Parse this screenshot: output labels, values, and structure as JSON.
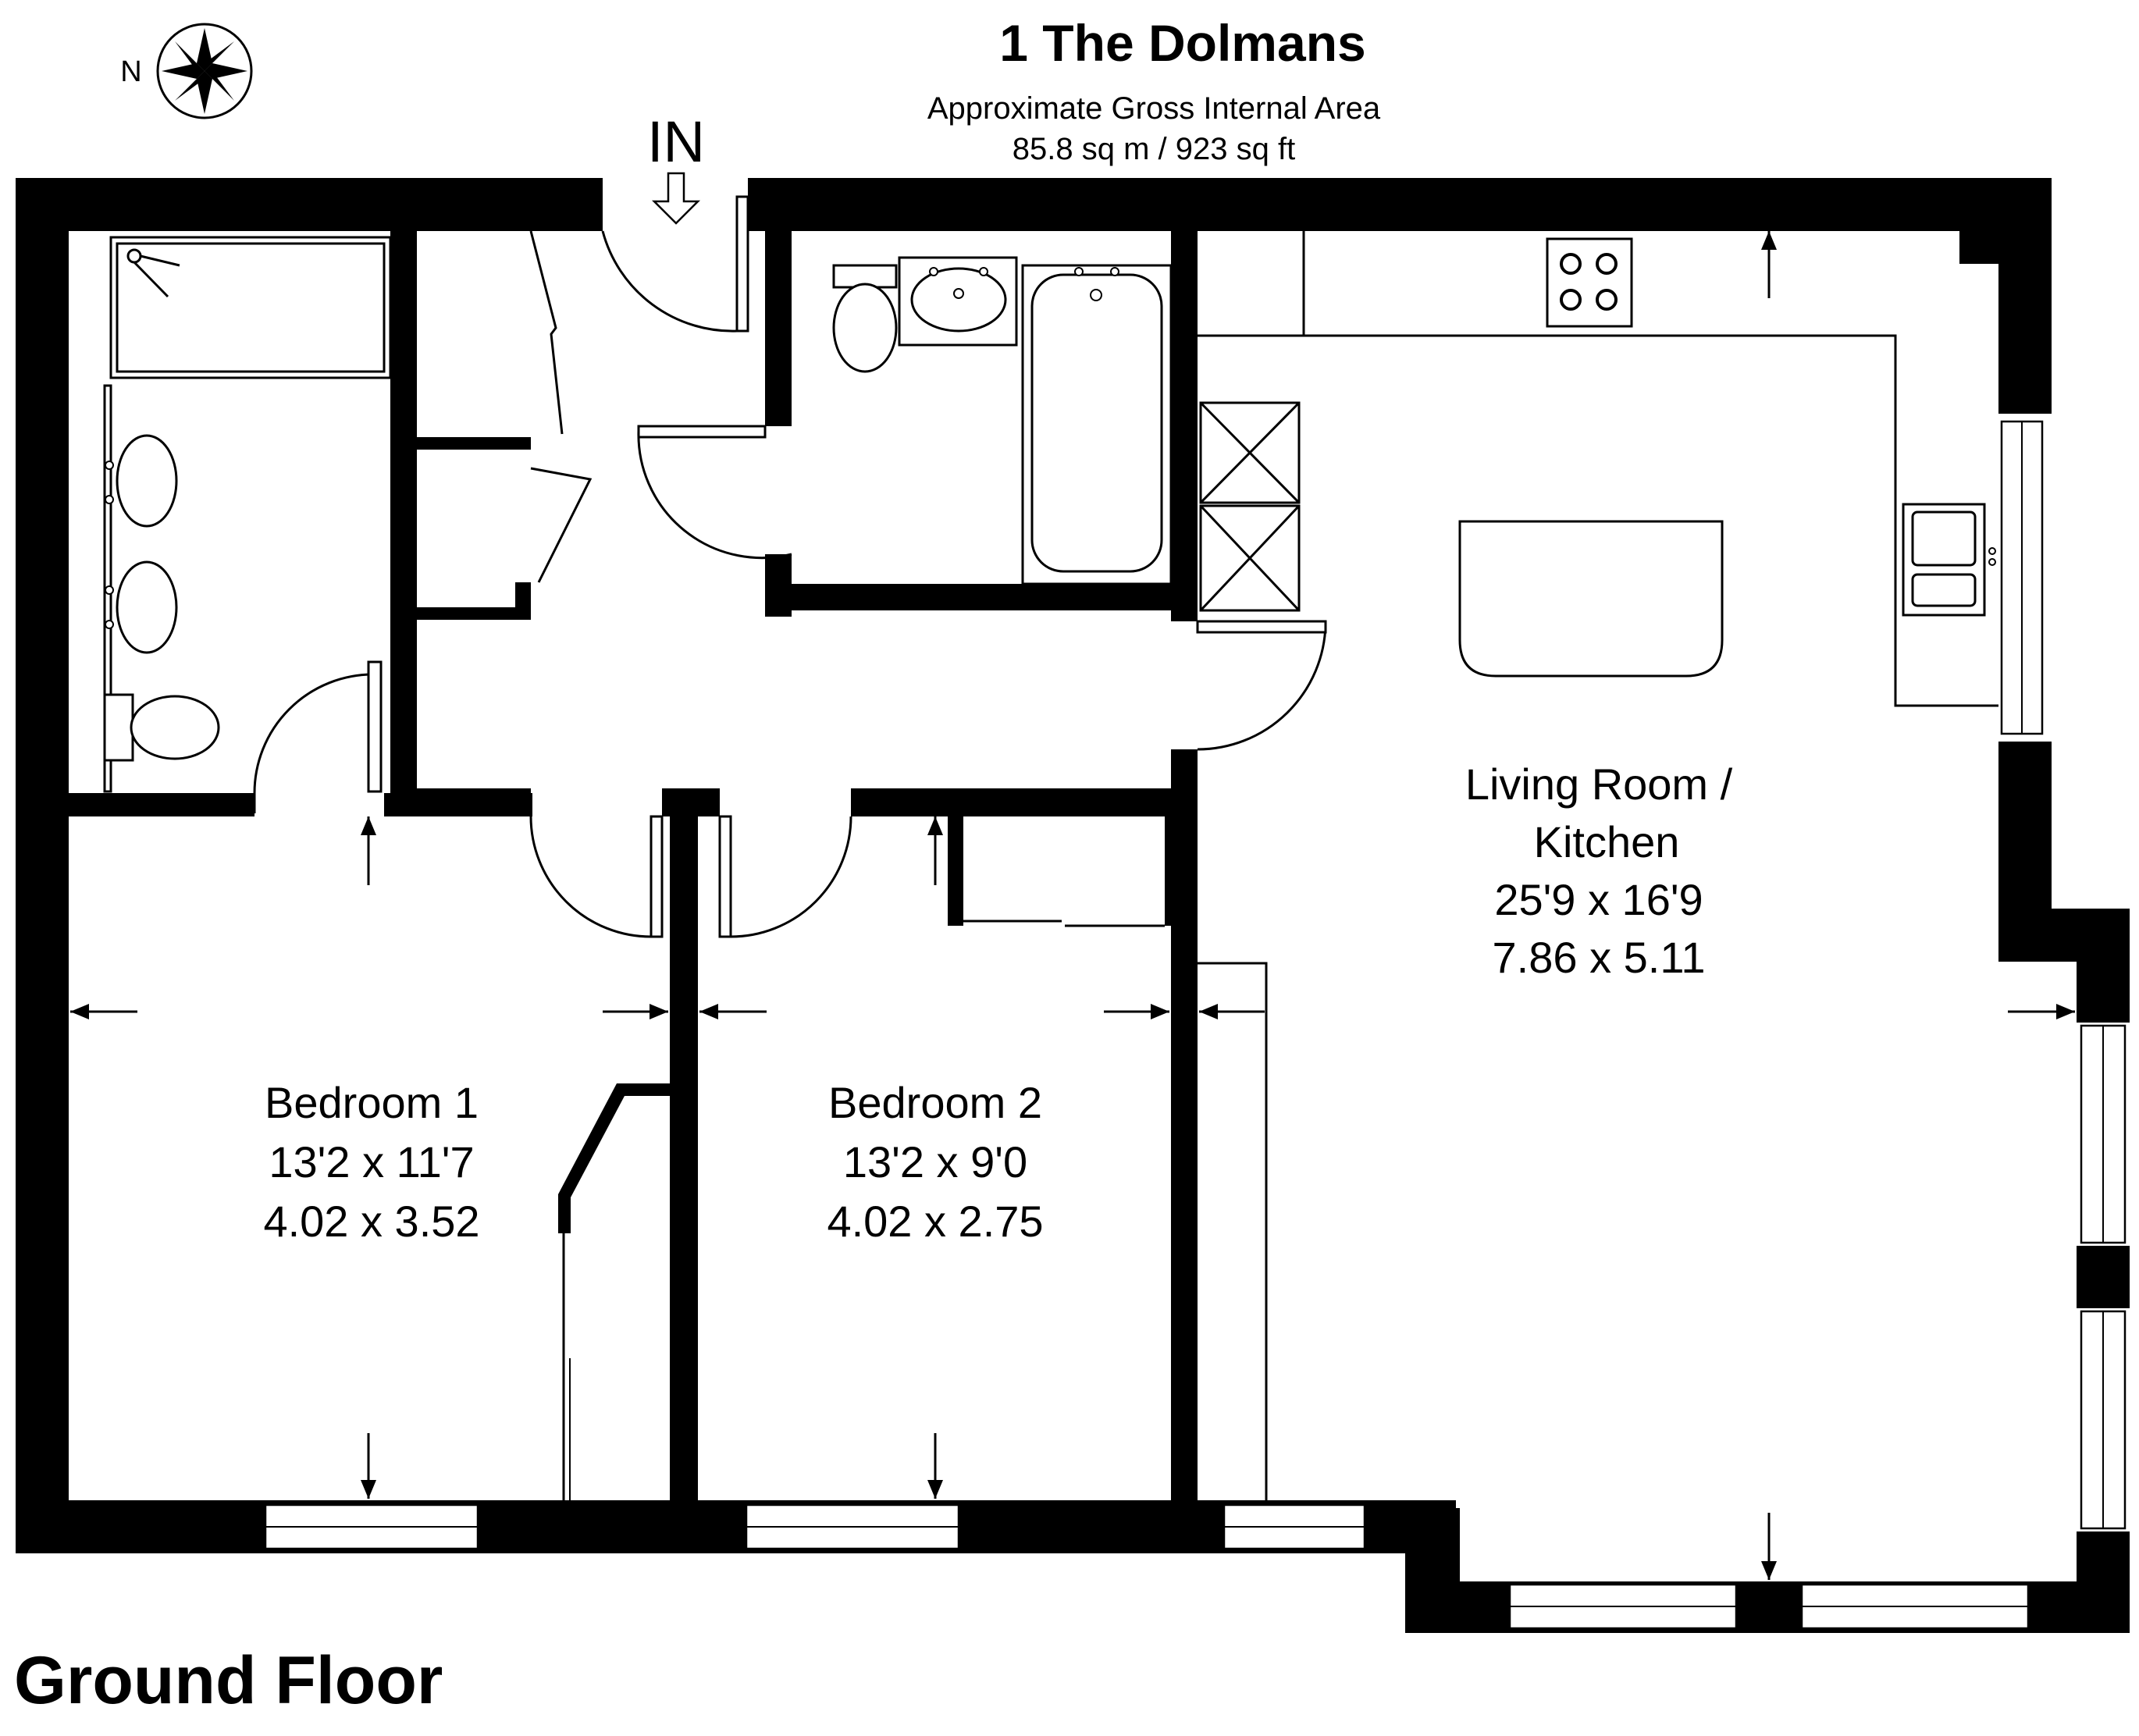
{
  "header": {
    "title": "1 The Dolmans",
    "area_label": "Approximate Gross Internal Area",
    "area_value": "85.8 sq m / 923 sq ft"
  },
  "compass": {
    "label": "N"
  },
  "entrance": {
    "label": "IN"
  },
  "rooms": [
    {
      "id": "bedroom-1",
      "name": "Bedroom 1",
      "imperial": "13'2 x 11'7",
      "metric": "4.02 x 3.52"
    },
    {
      "id": "bedroom-2",
      "name": "Bedroom 2",
      "imperial": "13'2 x 9'0",
      "metric": "4.02 x 2.75"
    },
    {
      "id": "living-room-kitchen",
      "name_line1": "Living Room /",
      "name_line2": "Kitchen",
      "imperial": "25'9 x 16'9",
      "metric": "7.86 x 5.11"
    }
  ],
  "floor": {
    "label": "Ground Floor"
  },
  "colors": {
    "wall": "#000000",
    "background": "#ffffff"
  }
}
